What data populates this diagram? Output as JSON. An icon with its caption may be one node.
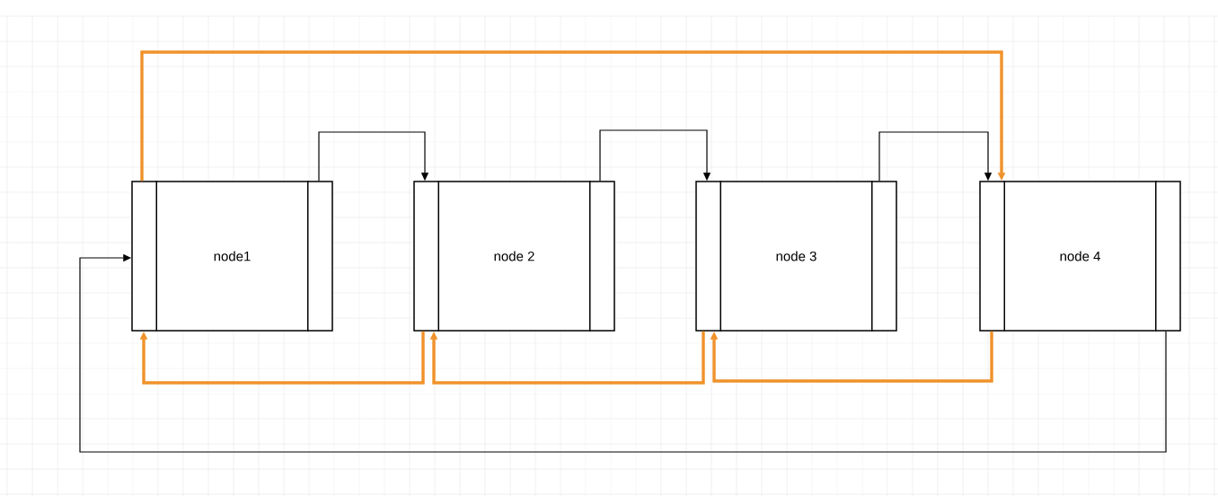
{
  "diagram": {
    "nodes": [
      {
        "text": [
          "node1"
        ]
      },
      {
        "text": [
          "node 2"
        ]
      },
      {
        "text": [
          "node 3"
        ]
      },
      {
        "text": [
          "node 4"
        ]
      }
    ],
    "edges": [
      {
        "from": 0,
        "to": 1,
        "arrow": "to"
      },
      {
        "from": 1,
        "to": 2,
        "arrow": "to"
      },
      {
        "from": 2,
        "to": 3,
        "arrow": "to"
      },
      {
        "from": 3,
        "to": 0,
        "arrow": "to"
      },
      {
        "from": 0,
        "to": 3,
        "arrow": "to",
        "style": "thick",
        "color": "#f0922b"
      },
      {
        "from": 1,
        "to": 0,
        "arrow": "to",
        "style": "thick",
        "color": "#f0922b"
      },
      {
        "from": 2,
        "to": 1,
        "arrow": "to",
        "style": "thick",
        "color": "#f0922b"
      },
      {
        "from": 3,
        "to": 2,
        "arrow": "to",
        "style": "thick",
        "color": "#f0922b"
      }
    ]
  }
}
